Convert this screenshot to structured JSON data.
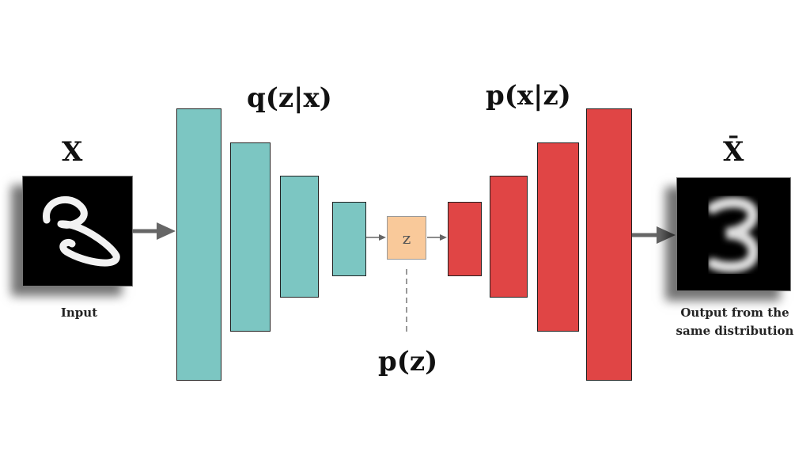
{
  "input": {
    "symbol": "X",
    "caption": "Input"
  },
  "encoder": {
    "label": "q(z|x)",
    "color": "#7cc6c2"
  },
  "latent": {
    "symbol": "z",
    "prior_label": "p(z)",
    "color": "#f9c99a"
  },
  "decoder": {
    "label": "p(x|z)",
    "color": "#e04545"
  },
  "output": {
    "symbol": "X̄",
    "caption_line1": "Output from the",
    "caption_line2": "same distribution"
  }
}
